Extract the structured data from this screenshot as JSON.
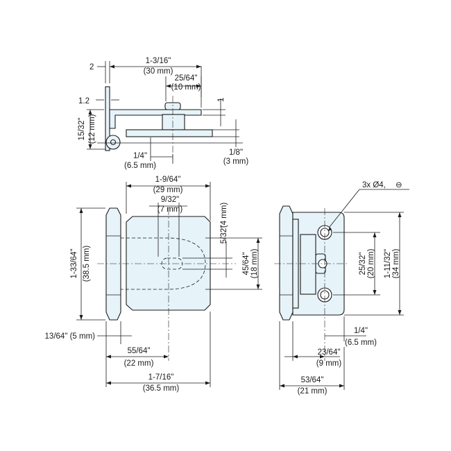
{
  "top_view": {
    "dim_overall": "1-3/16\"",
    "dim_overall_mm": "(30 mm)",
    "dim_edge": "2",
    "dim_hole": "25/64\"",
    "dim_hole_mm": "(10 mm)",
    "dim_leaf": "1.2",
    "dim_step": "1",
    "dim_height": "15/32\"",
    "dim_height_mm": "(12 mm)",
    "dim_offset": "1/4\"",
    "dim_offset_mm": "(6.5 mm)",
    "dim_plate": "1/8\"",
    "dim_plate_mm": "(3 mm)"
  },
  "front_view": {
    "dim_width": "1-9/64\"",
    "dim_width_mm": "(29 mm)",
    "dim_slot": "9/32\"",
    "dim_slot_mm": "(7 mm)",
    "dim_slot_h": "5/32\"",
    "dim_slot_h_mm": "(4 mm)",
    "dim_height": "1-33/64\"",
    "dim_height_mm": "(38.5 mm)",
    "dim_plate_h": "45/64\"",
    "dim_plate_h_mm": "(18 mm)",
    "dim_knuckle": "13/64\" (5 mm)",
    "dim_center": "55/64\"",
    "dim_center_mm": "(22 mm)",
    "dim_total": "1-7/16\"",
    "dim_total_mm": "(36.5 mm)"
  },
  "side_view": {
    "holes_note": "3x Ø4,",
    "cs_symbol": "⊖",
    "dim_hole_pitch": "25/32\"",
    "dim_hole_pitch_mm": "(20 mm)",
    "dim_height": "1-11/32\"",
    "dim_height_mm": "(34 mm)",
    "dim_inset": "1/4\"",
    "dim_inset_mm": "(6.5 mm)",
    "dim_hole_pos": "23/64\"",
    "dim_hole_pos_mm": "(9 mm)",
    "dim_depth": "53/64\"",
    "dim_depth_mm": "(21 mm)"
  }
}
